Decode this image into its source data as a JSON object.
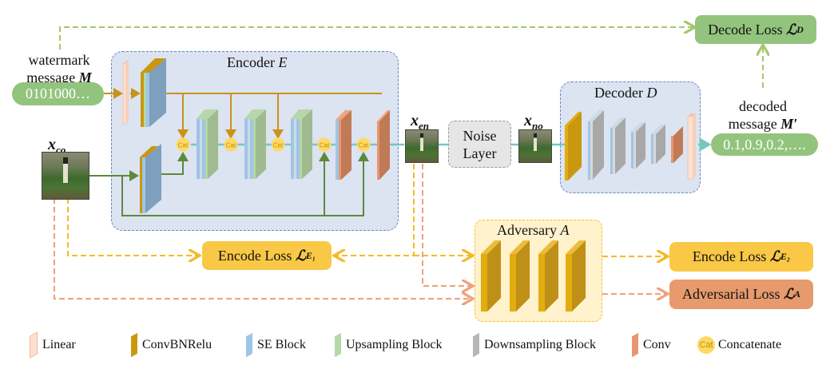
{
  "inputs": {
    "watermark_label_1": "watermark",
    "watermark_label_2": "message",
    "watermark_symbol": "M",
    "message_value": "0101000…",
    "cover_symbol": "x",
    "cover_sub": "co"
  },
  "encoder": {
    "title": "Encoder",
    "symbol": "E",
    "cat_label": "Cat"
  },
  "encoded": {
    "symbol": "x",
    "sub": "en"
  },
  "noise_layer": {
    "line1": "Noise",
    "line2": "Layer"
  },
  "noised": {
    "symbol": "x",
    "sub": "no"
  },
  "decoder": {
    "title": "Decoder",
    "symbol": "D"
  },
  "decoded": {
    "label_1": "decoded",
    "label_2": "message",
    "symbol": "M′",
    "value": "0.1,0.9,0.2,…."
  },
  "losses": {
    "decode": {
      "text": "Decode Loss ",
      "symbol": "ℒ",
      "sub": "D"
    },
    "encode1": {
      "text": "Encode Loss ",
      "symbol": "ℒ",
      "sub": "E₁"
    },
    "encode2": {
      "text": "Encode Loss ",
      "symbol": "ℒ",
      "sub": "E₂"
    },
    "adversarial": {
      "text": "Adversarial Loss ",
      "symbol": "ℒ",
      "sub": "A"
    }
  },
  "adversary": {
    "title": "Adversary",
    "symbol": "A"
  },
  "legend": [
    {
      "label": "Linear",
      "color": "#fbe0d2"
    },
    {
      "label": "ConvBNRelu",
      "color": "#c9980f"
    },
    {
      "label": "SE Block",
      "color": "#9fc5e8"
    },
    {
      "label": "Upsampling Block",
      "color": "#b6d7a8"
    },
    {
      "label": "Downsampling Block",
      "color": "#b7b7b7"
    },
    {
      "label": "Conv",
      "color": "#e69770"
    },
    {
      "label": "Concatenate",
      "icon_text": "Cat",
      "color": "#ffd966"
    }
  ],
  "colors": {
    "encoder_bg": "#dce3f1",
    "adversary_bg": "#fff2cc",
    "decode_loss": "#93c47d",
    "encode_loss": "#f9c846",
    "adversarial_loss": "#e69a6d",
    "message_path": "#c9931a",
    "image_path": "#5b8a3a",
    "data_flow": "#76c7c0"
  }
}
